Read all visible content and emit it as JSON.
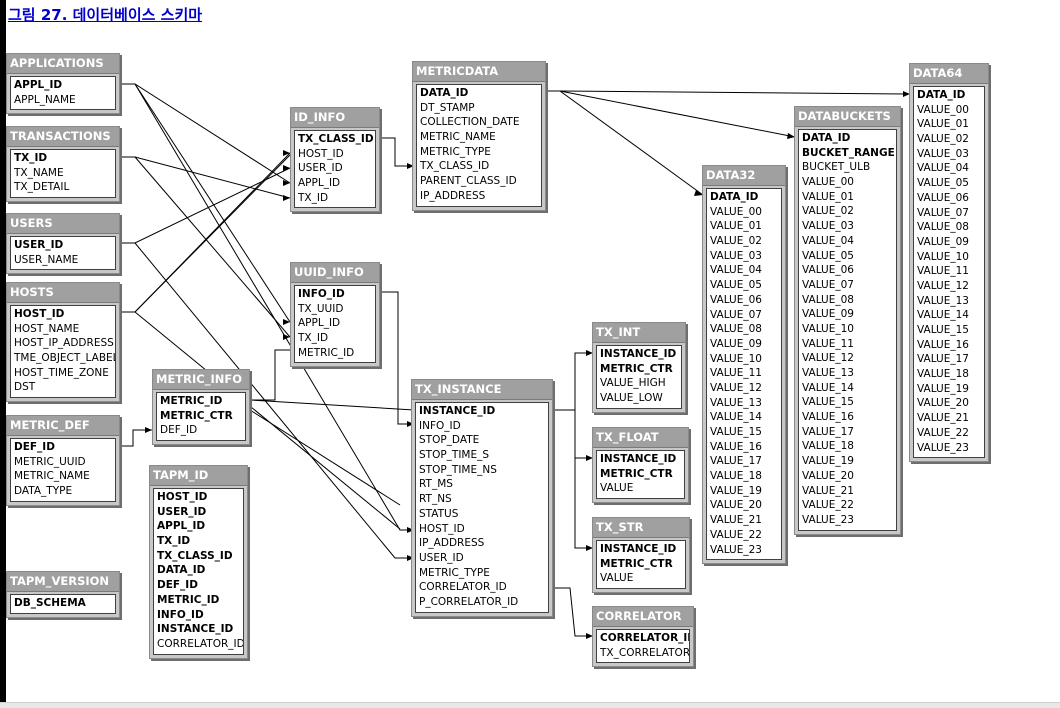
{
  "caption": "그림 27. 데이터베이스 스키마",
  "tables": [
    {
      "id": "applications",
      "title": "APPLICATIONS",
      "rows": [
        {
          "t": "APPL_ID",
          "k": true
        },
        {
          "t": "APPL_NAME",
          "k": false
        }
      ]
    },
    {
      "id": "transactions",
      "title": "TRANSACTIONS",
      "rows": [
        {
          "t": "TX_ID",
          "k": true
        },
        {
          "t": "TX_NAME",
          "k": false
        },
        {
          "t": "TX_DETAIL",
          "k": false
        }
      ]
    },
    {
      "id": "users",
      "title": "USERS",
      "rows": [
        {
          "t": "USER_ID",
          "k": true
        },
        {
          "t": "USER_NAME",
          "k": false
        }
      ]
    },
    {
      "id": "hosts",
      "title": "HOSTS",
      "rows": [
        {
          "t": "HOST_ID",
          "k": true
        },
        {
          "t": "HOST_NAME",
          "k": false
        },
        {
          "t": "HOST_IP_ADDRESS",
          "k": false
        },
        {
          "t": "TME_OBJECT_LABEL",
          "k": false
        },
        {
          "t": "HOST_TIME_ZONE",
          "k": false
        },
        {
          "t": "DST",
          "k": false
        }
      ]
    },
    {
      "id": "metric_def",
      "title": "METRIC_DEF",
      "rows": [
        {
          "t": "DEF_ID",
          "k": true
        },
        {
          "t": "METRIC_UUID",
          "k": false
        },
        {
          "t": "METRIC_NAME",
          "k": false
        },
        {
          "t": "DATA_TYPE",
          "k": false
        }
      ]
    },
    {
      "id": "tapm_version",
      "title": "TAPM_VERSION",
      "rows": [
        {
          "t": "DB_SCHEMA",
          "k": true
        }
      ]
    },
    {
      "id": "id_info",
      "title": "ID_INFO",
      "rows": [
        {
          "t": "TX_CLASS_ID",
          "k": true
        },
        {
          "t": "HOST_ID",
          "k": false
        },
        {
          "t": "USER_ID",
          "k": false
        },
        {
          "t": "APPL_ID",
          "k": false
        },
        {
          "t": "TX_ID",
          "k": false
        }
      ]
    },
    {
      "id": "uuid_info",
      "title": "UUID_INFO",
      "rows": [
        {
          "t": "INFO_ID",
          "k": true
        },
        {
          "t": "TX_UUID",
          "k": false
        },
        {
          "t": "APPL_ID",
          "k": false
        },
        {
          "t": "TX_ID",
          "k": false
        },
        {
          "t": "METRIC_ID",
          "k": false
        }
      ]
    },
    {
      "id": "metric_info",
      "title": "METRIC_INFO",
      "rows": [
        {
          "t": "METRIC_ID",
          "k": true
        },
        {
          "t": "METRIC_CTR",
          "k": true
        },
        {
          "t": "DEF_ID",
          "k": false
        }
      ]
    },
    {
      "id": "tapm_id",
      "title": "TAPM_ID",
      "rows": [
        {
          "t": "HOST_ID",
          "k": true
        },
        {
          "t": "USER_ID",
          "k": true
        },
        {
          "t": "APPL_ID",
          "k": true
        },
        {
          "t": "TX_ID",
          "k": true
        },
        {
          "t": "TX_CLASS_ID",
          "k": true
        },
        {
          "t": "DATA_ID",
          "k": true
        },
        {
          "t": "DEF_ID",
          "k": true
        },
        {
          "t": "METRIC_ID",
          "k": true
        },
        {
          "t": "INFO_ID",
          "k": true
        },
        {
          "t": "INSTANCE_ID",
          "k": true
        },
        {
          "t": "CORRELATOR_ID",
          "k": false
        }
      ]
    },
    {
      "id": "metricdata",
      "title": "METRICDATA",
      "rows": [
        {
          "t": "DATA_ID",
          "k": true
        },
        {
          "t": "DT_STAMP",
          "k": false
        },
        {
          "t": "COLLECTION_DATE",
          "k": false
        },
        {
          "t": "METRIC_NAME",
          "k": false
        },
        {
          "t": "METRIC_TYPE",
          "k": false
        },
        {
          "t": "TX_CLASS_ID",
          "k": false
        },
        {
          "t": "PARENT_CLASS_ID",
          "k": false
        },
        {
          "t": "IP_ADDRESS",
          "k": false
        }
      ]
    },
    {
      "id": "tx_instance",
      "title": "TX_INSTANCE",
      "rows": [
        {
          "t": "INSTANCE_ID",
          "k": true
        },
        {
          "t": "INFO_ID",
          "k": false
        },
        {
          "t": "STOP_DATE",
          "k": false
        },
        {
          "t": "STOP_TIME_S",
          "k": false
        },
        {
          "t": "STOP_TIME_NS",
          "k": false
        },
        {
          "t": "RT_MS",
          "k": false
        },
        {
          "t": "RT_NS",
          "k": false
        },
        {
          "t": "STATUS",
          "k": false
        },
        {
          "t": "HOST_ID",
          "k": false
        },
        {
          "t": "IP_ADDRESS",
          "k": false
        },
        {
          "t": "USER_ID",
          "k": false
        },
        {
          "t": "METRIC_TYPE",
          "k": false
        },
        {
          "t": "CORRELATOR_ID",
          "k": false
        },
        {
          "t": "P_CORRELATOR_ID",
          "k": false
        }
      ]
    },
    {
      "id": "tx_int",
      "title": "TX_INT",
      "rows": [
        {
          "t": "INSTANCE_ID",
          "k": true
        },
        {
          "t": "METRIC_CTR",
          "k": true
        },
        {
          "t": "VALUE_HIGH",
          "k": false
        },
        {
          "t": "VALUE_LOW",
          "k": false
        }
      ]
    },
    {
      "id": "tx_float",
      "title": "TX_FLOAT",
      "rows": [
        {
          "t": "INSTANCE_ID",
          "k": true
        },
        {
          "t": "METRIC_CTR",
          "k": true
        },
        {
          "t": "VALUE",
          "k": false
        }
      ]
    },
    {
      "id": "tx_str",
      "title": "TX_STR",
      "rows": [
        {
          "t": "INSTANCE_ID",
          "k": true
        },
        {
          "t": "METRIC_CTR",
          "k": true
        },
        {
          "t": "VALUE",
          "k": false
        }
      ]
    },
    {
      "id": "correlator",
      "title": "CORRELATOR",
      "rows": [
        {
          "t": "CORRELATOR_ID",
          "k": true
        },
        {
          "t": "TX_CORRELATOR",
          "k": false
        }
      ]
    },
    {
      "id": "data32",
      "title": "DATA32",
      "rows": [
        {
          "t": "DATA_ID",
          "k": true
        },
        {
          "t": "VALUE_00",
          "k": false
        },
        {
          "t": "VALUE_01",
          "k": false
        },
        {
          "t": "VALUE_02",
          "k": false
        },
        {
          "t": "VALUE_03",
          "k": false
        },
        {
          "t": "VALUE_04",
          "k": false
        },
        {
          "t": "VALUE_05",
          "k": false
        },
        {
          "t": "VALUE_06",
          "k": false
        },
        {
          "t": "VALUE_07",
          "k": false
        },
        {
          "t": "VALUE_08",
          "k": false
        },
        {
          "t": "VALUE_09",
          "k": false
        },
        {
          "t": "VALUE_10",
          "k": false
        },
        {
          "t": "VALUE_11",
          "k": false
        },
        {
          "t": "VALUE_12",
          "k": false
        },
        {
          "t": "VALUE_13",
          "k": false
        },
        {
          "t": "VALUE_14",
          "k": false
        },
        {
          "t": "VALUE_15",
          "k": false
        },
        {
          "t": "VALUE_16",
          "k": false
        },
        {
          "t": "VALUE_17",
          "k": false
        },
        {
          "t": "VALUE_18",
          "k": false
        },
        {
          "t": "VALUE_19",
          "k": false
        },
        {
          "t": "VALUE_20",
          "k": false
        },
        {
          "t": "VALUE_21",
          "k": false
        },
        {
          "t": "VALUE_22",
          "k": false
        },
        {
          "t": "VALUE_23",
          "k": false
        }
      ]
    },
    {
      "id": "databuckets",
      "title": "DATABUCKETS",
      "rows": [
        {
          "t": "DATA_ID",
          "k": true
        },
        {
          "t": "BUCKET_RANGE",
          "k": true
        },
        {
          "t": "BUCKET_ULB",
          "k": false
        },
        {
          "t": "VALUE_00",
          "k": false
        },
        {
          "t": "VALUE_01",
          "k": false
        },
        {
          "t": "VALUE_02",
          "k": false
        },
        {
          "t": "VALUE_03",
          "k": false
        },
        {
          "t": "VALUE_04",
          "k": false
        },
        {
          "t": "VALUE_05",
          "k": false
        },
        {
          "t": "VALUE_06",
          "k": false
        },
        {
          "t": "VALUE_07",
          "k": false
        },
        {
          "t": "VALUE_08",
          "k": false
        },
        {
          "t": "VALUE_09",
          "k": false
        },
        {
          "t": "VALUE_10",
          "k": false
        },
        {
          "t": "VALUE_11",
          "k": false
        },
        {
          "t": "VALUE_12",
          "k": false
        },
        {
          "t": "VALUE_13",
          "k": false
        },
        {
          "t": "VALUE_14",
          "k": false
        },
        {
          "t": "VALUE_15",
          "k": false
        },
        {
          "t": "VALUE_16",
          "k": false
        },
        {
          "t": "VALUE_17",
          "k": false
        },
        {
          "t": "VALUE_18",
          "k": false
        },
        {
          "t": "VALUE_19",
          "k": false
        },
        {
          "t": "VALUE_20",
          "k": false
        },
        {
          "t": "VALUE_21",
          "k": false
        },
        {
          "t": "VALUE_22",
          "k": false
        },
        {
          "t": "VALUE_23",
          "k": false
        }
      ]
    },
    {
      "id": "data64",
      "title": "DATA64",
      "rows": [
        {
          "t": "DATA_ID",
          "k": true
        },
        {
          "t": "VALUE_00",
          "k": false
        },
        {
          "t": "VALUE_01",
          "k": false
        },
        {
          "t": "VALUE_02",
          "k": false
        },
        {
          "t": "VALUE_03",
          "k": false
        },
        {
          "t": "VALUE_04",
          "k": false
        },
        {
          "t": "VALUE_05",
          "k": false
        },
        {
          "t": "VALUE_06",
          "k": false
        },
        {
          "t": "VALUE_07",
          "k": false
        },
        {
          "t": "VALUE_08",
          "k": false
        },
        {
          "t": "VALUE_09",
          "k": false
        },
        {
          "t": "VALUE_10",
          "k": false
        },
        {
          "t": "VALUE_11",
          "k": false
        },
        {
          "t": "VALUE_12",
          "k": false
        },
        {
          "t": "VALUE_13",
          "k": false
        },
        {
          "t": "VALUE_14",
          "k": false
        },
        {
          "t": "VALUE_15",
          "k": false
        },
        {
          "t": "VALUE_16",
          "k": false
        },
        {
          "t": "VALUE_17",
          "k": false
        },
        {
          "t": "VALUE_18",
          "k": false
        },
        {
          "t": "VALUE_19",
          "k": false
        },
        {
          "t": "VALUE_20",
          "k": false
        },
        {
          "t": "VALUE_21",
          "k": false
        },
        {
          "t": "VALUE_22",
          "k": false
        },
        {
          "t": "VALUE_23",
          "k": false
        }
      ]
    }
  ],
  "relationships": [
    {
      "from": "applications",
      "to": "id_info"
    },
    {
      "from": "applications",
      "to": "uuid_info"
    },
    {
      "from": "applications",
      "to": "tx_instance"
    },
    {
      "from": "transactions",
      "to": "id_info"
    },
    {
      "from": "transactions",
      "to": "uuid_info"
    },
    {
      "from": "users",
      "to": "id_info"
    },
    {
      "from": "users",
      "to": "tx_instance"
    },
    {
      "from": "hosts",
      "to": "id_info"
    },
    {
      "from": "hosts",
      "to": "tx_instance"
    },
    {
      "from": "metric_def",
      "to": "metric_info"
    },
    {
      "from": "metric_info",
      "to": "uuid_info"
    },
    {
      "from": "metric_info",
      "to": "tx_instance"
    },
    {
      "from": "id_info",
      "to": "metricdata"
    },
    {
      "from": "uuid_info",
      "to": "tx_instance"
    },
    {
      "from": "metricdata",
      "to": "data32"
    },
    {
      "from": "metricdata",
      "to": "databuckets"
    },
    {
      "from": "metricdata",
      "to": "data64"
    },
    {
      "from": "tx_instance",
      "to": "tx_int"
    },
    {
      "from": "tx_instance",
      "to": "tx_float"
    },
    {
      "from": "tx_instance",
      "to": "tx_str"
    },
    {
      "from": "tx_instance",
      "to": "correlator"
    }
  ]
}
